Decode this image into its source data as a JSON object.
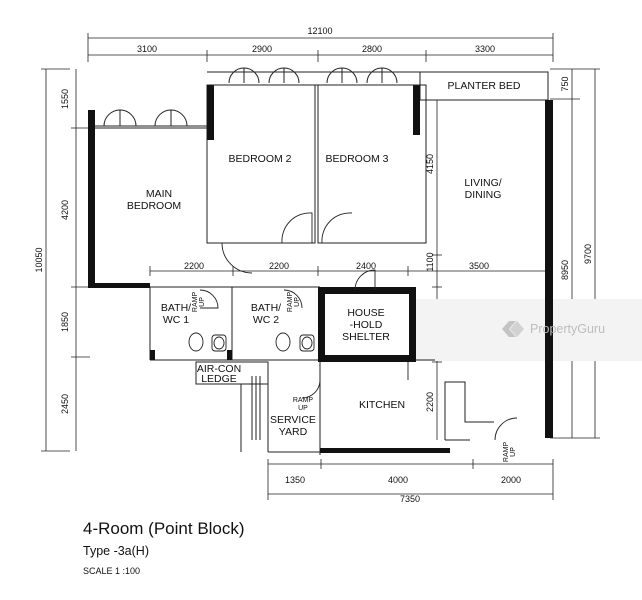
{
  "plan": {
    "title": "4-Room (Point Block)",
    "type": "Type -3a(H)",
    "scale": "SCALE 1 :100",
    "watermark": "PropertyGuru"
  },
  "rooms": {
    "main_bedroom": [
      "MAIN",
      "BEDROOM"
    ],
    "bedroom2": "BEDROOM 2",
    "bedroom3": "BEDROOM 3",
    "living_dining": [
      "LIVING/",
      "DINING"
    ],
    "planter_bed": "PLANTER BED",
    "bath1": [
      "BATH/",
      "WC 1"
    ],
    "bath2": [
      "BATH/",
      "WC 2"
    ],
    "shelter": [
      "HOUSE",
      "-HOLD",
      "SHELTER"
    ],
    "aircon_ledge": [
      "AIR-CON",
      "LEDGE"
    ],
    "kitchen": "KITCHEN",
    "service_yard": [
      "SERVICE",
      "YARD"
    ],
    "ramp": [
      "RAMP",
      "UP"
    ]
  },
  "dimensions": {
    "top_total": "12100",
    "top": [
      "3100",
      "2900",
      "2800",
      "3300"
    ],
    "left_total": "10050",
    "left": [
      "1550",
      "4200",
      "1850",
      "2450"
    ],
    "right": [
      "750",
      "8950",
      "9700"
    ],
    "middle_row": [
      "2200",
      "2200",
      "2400",
      "3500"
    ],
    "inner_vertical": [
      "4150",
      "1100",
      "2000",
      "2200"
    ],
    "bottom": [
      "1350",
      "4000",
      "2000"
    ],
    "bottom_total": "7350"
  }
}
